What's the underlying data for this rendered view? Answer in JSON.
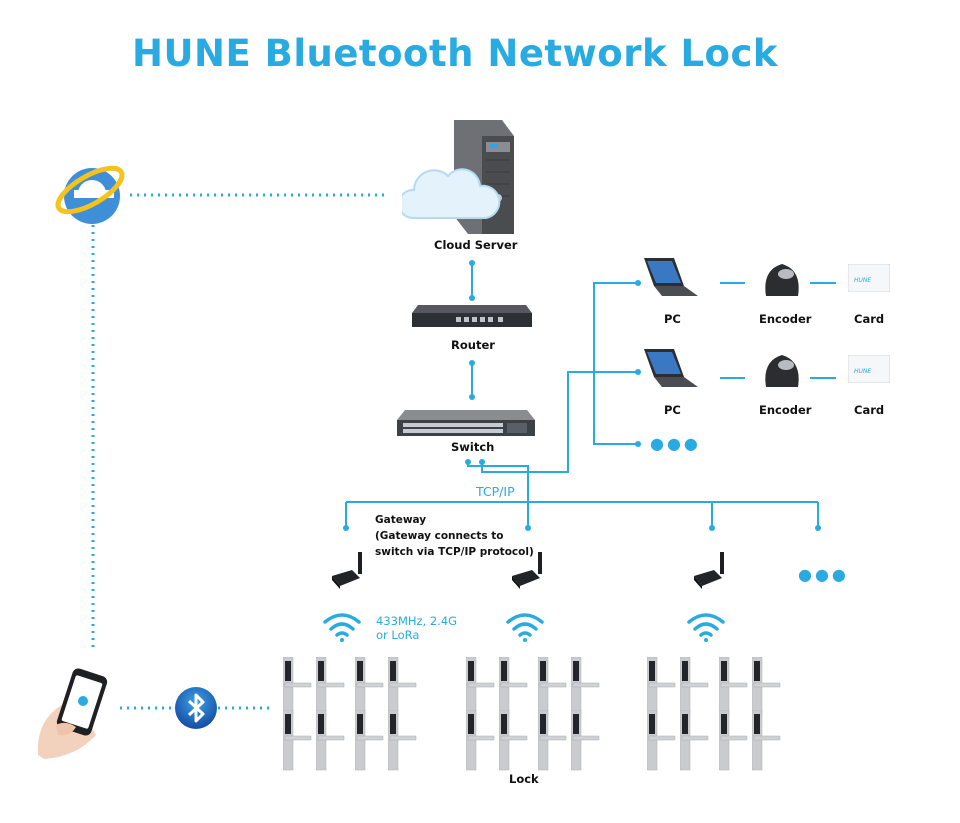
{
  "title": "HUNE Bluetooth  Network Lock",
  "colors": {
    "accent": "#29abe2",
    "label": "#111111"
  },
  "nodes": {
    "browser": {
      "icon": "internet-explorer-icon"
    },
    "cloud_server": {
      "label": "Cloud Server",
      "icon": "cloud-server-icon"
    },
    "router": {
      "label": "Router",
      "icon": "router-icon"
    },
    "switch": {
      "label": "Switch",
      "icon": "switch-icon"
    },
    "pc_rows": [
      {
        "pc": "PC",
        "encoder": "Encoder",
        "card": "Card"
      },
      {
        "pc": "PC",
        "encoder": "Encoder",
        "card": "Card"
      }
    ],
    "more": "●●●",
    "link_label": "TCP/IP",
    "gateway": {
      "title": "Gateway",
      "note_line1": "(Gateway connects to",
      "note_line2": "switch via TCP/IP protocol)"
    },
    "wireless": {
      "line1": "433MHz, 2.4G",
      "line2": "or LoRa"
    },
    "lock_label": "Lock",
    "phone": {
      "icon": "smartphone-hand-icon"
    },
    "bluetooth": {
      "icon": "bluetooth-icon"
    },
    "card_brand": "HUNE"
  }
}
